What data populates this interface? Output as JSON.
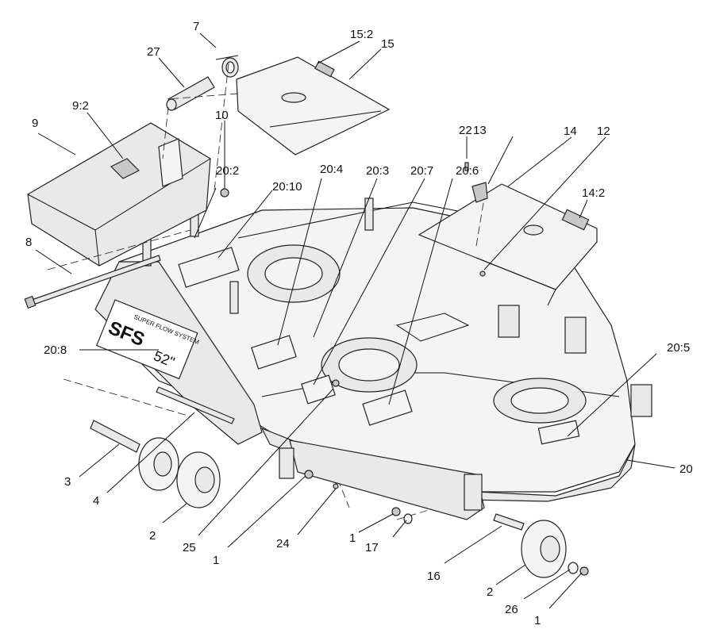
{
  "decal": {
    "brand": "SFS",
    "system": "SUPER FLOW SYSTEM",
    "size": "52\""
  },
  "callouts": [
    {
      "id": "c-7",
      "text": "7"
    },
    {
      "id": "c-27",
      "text": "27"
    },
    {
      "id": "c-15-2",
      "text": "15:2"
    },
    {
      "id": "c-15",
      "text": "15"
    },
    {
      "id": "c-9-2",
      "text": "9:2"
    },
    {
      "id": "c-9",
      "text": "9"
    },
    {
      "id": "c-10",
      "text": "10"
    },
    {
      "id": "c-22",
      "text": "22"
    },
    {
      "id": "c-13",
      "text": "13"
    },
    {
      "id": "c-14",
      "text": "14"
    },
    {
      "id": "c-12",
      "text": "12"
    },
    {
      "id": "c-20-2",
      "text": "20:2"
    },
    {
      "id": "c-20-4",
      "text": "20:4"
    },
    {
      "id": "c-20-3",
      "text": "20:3"
    },
    {
      "id": "c-20-7",
      "text": "20:7"
    },
    {
      "id": "c-20-6",
      "text": "20:6"
    },
    {
      "id": "c-20-10",
      "text": "20:10"
    },
    {
      "id": "c-14-2",
      "text": "14:2"
    },
    {
      "id": "c-8",
      "text": "8"
    },
    {
      "id": "c-20-8",
      "text": "20:8"
    },
    {
      "id": "c-20-5",
      "text": "20:5"
    },
    {
      "id": "c-20",
      "text": "20"
    },
    {
      "id": "c-3",
      "text": "3"
    },
    {
      "id": "c-4",
      "text": "4"
    },
    {
      "id": "c-2a",
      "text": "2"
    },
    {
      "id": "c-25",
      "text": "25"
    },
    {
      "id": "c-1a",
      "text": "1"
    },
    {
      "id": "c-24",
      "text": "24"
    },
    {
      "id": "c-1b",
      "text": "1"
    },
    {
      "id": "c-17",
      "text": "17"
    },
    {
      "id": "c-16",
      "text": "16"
    },
    {
      "id": "c-2b",
      "text": "2"
    },
    {
      "id": "c-26",
      "text": "26"
    },
    {
      "id": "c-1c",
      "text": "1"
    }
  ]
}
